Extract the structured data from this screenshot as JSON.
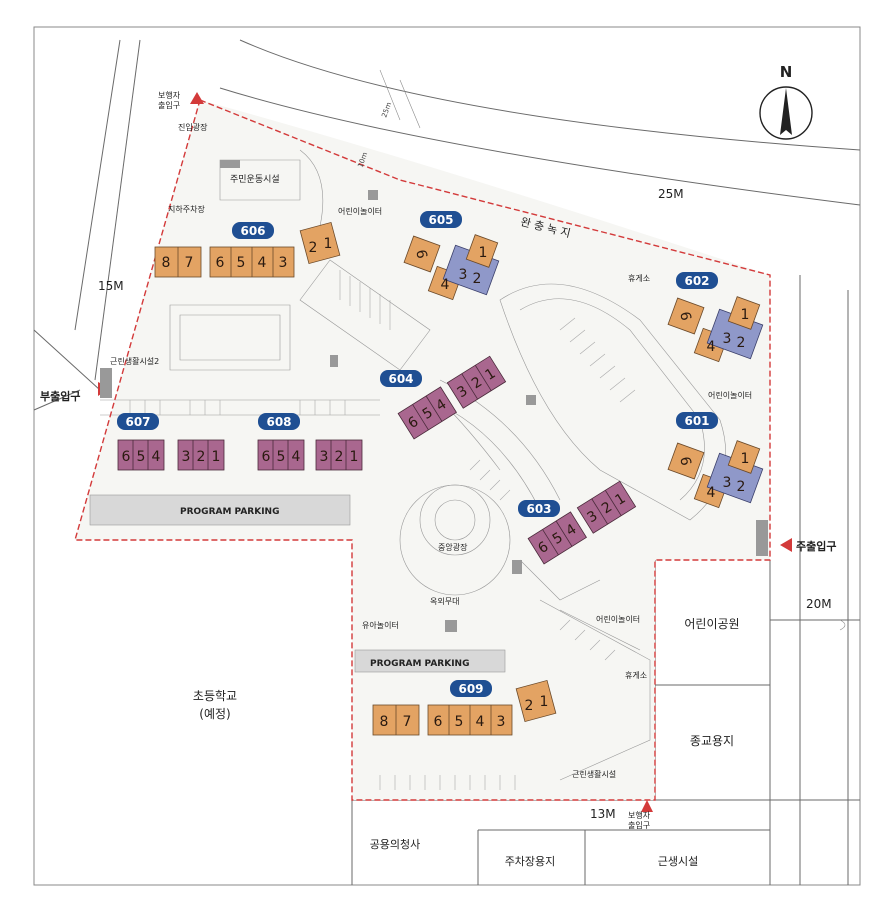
{
  "compass": {
    "north": "N"
  },
  "roads": {
    "north": "25M",
    "west": "15M",
    "east": "20M",
    "south": "13M",
    "dim_a": "25m",
    "dim_b": "10m"
  },
  "entrances": {
    "main": "주출입구",
    "sub": "부출입구",
    "ped_nw_1": "보행자",
    "ped_nw_2": "출입구",
    "ped_s_1": "보행자",
    "ped_s_2": "출입구"
  },
  "zones": {
    "buffer_green": "완 충 녹 지",
    "school_1": "초등학교",
    "school_2": "(예정)",
    "kids_park": "어린이공원",
    "religion": "종교용지",
    "office": "공용의청사",
    "parking_lot": "주차장용지",
    "neighborhood": "근생시설"
  },
  "facilities": {
    "resident_center": "주민운동시설",
    "kids_play_605": "어린이놀이터",
    "kids_play_601": "어린이놀이터",
    "kids_play_sw": "유아놀이터",
    "kids_play_se": "어린이놀이터",
    "rest_602": "휴게소",
    "rest_se": "휴게소",
    "central_square": "중앙광장",
    "outdoor_stage": "옥외무대",
    "neighborhood_2": "근린생활시설2",
    "neighborhood_se": "근린생활시설",
    "program_parking_1": "PROGRAM PARKING",
    "program_parking_2": "PROGRAM PARKING",
    "entry_plaza": "진입광장",
    "underground_parking": "지하주차장"
  },
  "buildings": [
    {
      "id": "606",
      "units_left": [
        "8",
        "7"
      ],
      "units_mid": [
        "6",
        "5",
        "4",
        "3"
      ],
      "units_right": [
        "2",
        "1"
      ]
    },
    {
      "id": "605",
      "units": [
        "6",
        "4",
        "3",
        "2",
        "1"
      ]
    },
    {
      "id": "602",
      "units": [
        "6",
        "4",
        "3",
        "2",
        "1"
      ]
    },
    {
      "id": "601",
      "units": [
        "6",
        "4",
        "3",
        "2",
        "1"
      ]
    },
    {
      "id": "604",
      "units": [
        "6",
        "5",
        "4",
        "3",
        "2",
        "1"
      ]
    },
    {
      "id": "603",
      "units": [
        "6",
        "5",
        "4",
        "3",
        "2",
        "1"
      ]
    },
    {
      "id": "607",
      "units": [
        "6",
        "5",
        "4",
        "3",
        "2",
        "1"
      ]
    },
    {
      "id": "608",
      "units": [
        "6",
        "5",
        "4",
        "3",
        "2",
        "1"
      ]
    },
    {
      "id": "609",
      "units_left": [
        "8",
        "7"
      ],
      "units_mid": [
        "6",
        "5",
        "4",
        "3"
      ],
      "units_right": [
        "2",
        "1"
      ]
    }
  ],
  "colors": {
    "orange": "#e3a363",
    "purple": "#a9678f",
    "blue": "#8f98c9",
    "pill": "#1f4f93",
    "boundary": "#d33a3a"
  }
}
